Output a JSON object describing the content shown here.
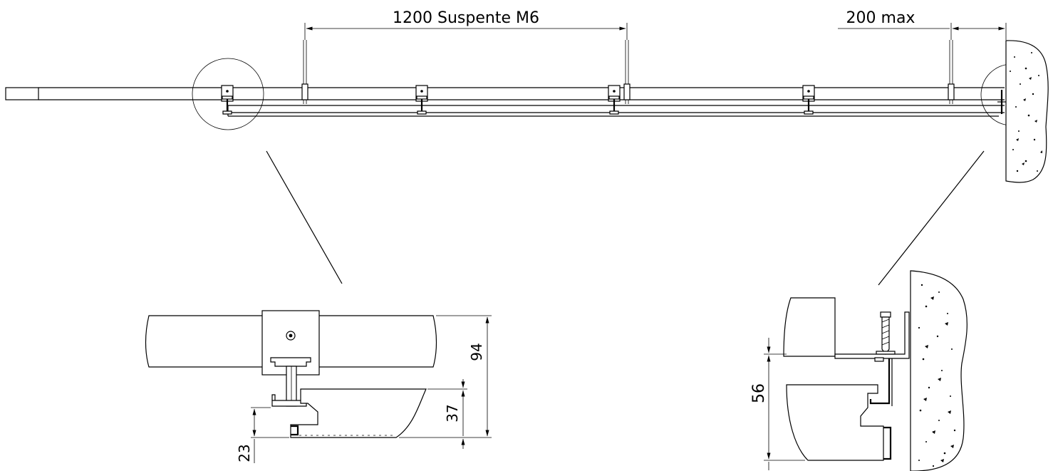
{
  "dimensions": {
    "spacing_label": "1200 Suspente M6",
    "edge_label": "200 max",
    "detail_height_label": "94",
    "detail_rail_label": "37",
    "detail_flange_label": "23",
    "wall_detail_label": "56"
  },
  "colors": {
    "line": "#000000",
    "background": "#ffffff"
  }
}
